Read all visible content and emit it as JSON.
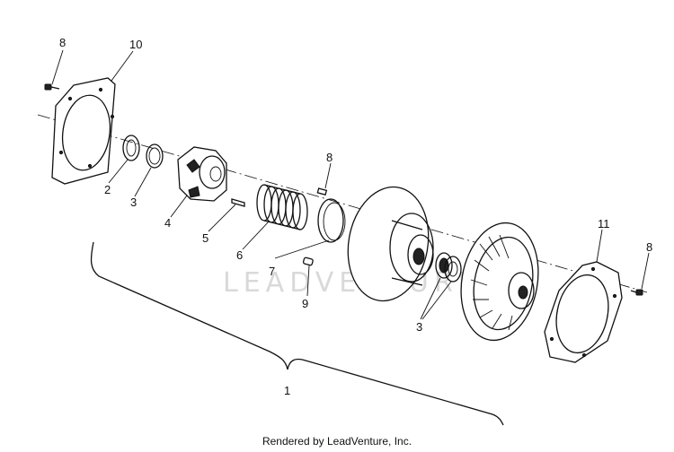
{
  "watermark": "LEADVENTURE",
  "credit": "Rendered by LeadVenture, Inc.",
  "callouts": {
    "c1": "1",
    "c2": "2",
    "c3a": "3",
    "c3b": "3",
    "c4": "4",
    "c5": "5",
    "c6": "6",
    "c7": "7",
    "c8a": "8",
    "c8b": "8",
    "c8c": "8",
    "c9": "9",
    "c10": "10",
    "c11": "11"
  }
}
